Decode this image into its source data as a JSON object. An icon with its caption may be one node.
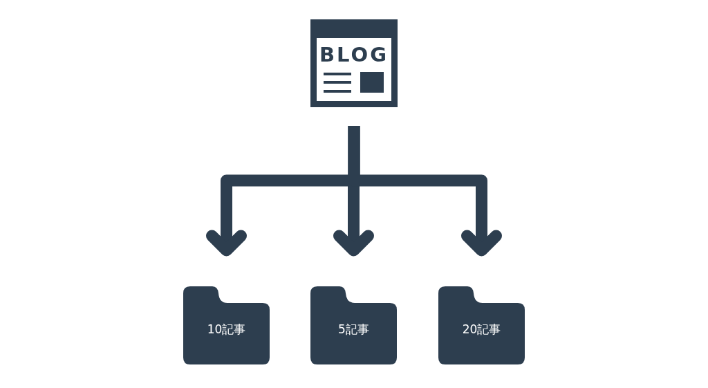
{
  "diagram": {
    "nodes": [
      {
        "text": [
          "BLOG"
        ]
      },
      {
        "text": [
          "10記事"
        ]
      },
      {
        "text": [
          "5記事"
        ]
      },
      {
        "text": [
          "20記事"
        ]
      }
    ],
    "edges": [
      {
        "from": 0,
        "to": 1,
        "arrow": "to"
      },
      {
        "from": 0,
        "to": 2,
        "arrow": "to"
      },
      {
        "from": 0,
        "to": 3,
        "arrow": "to"
      }
    ]
  }
}
